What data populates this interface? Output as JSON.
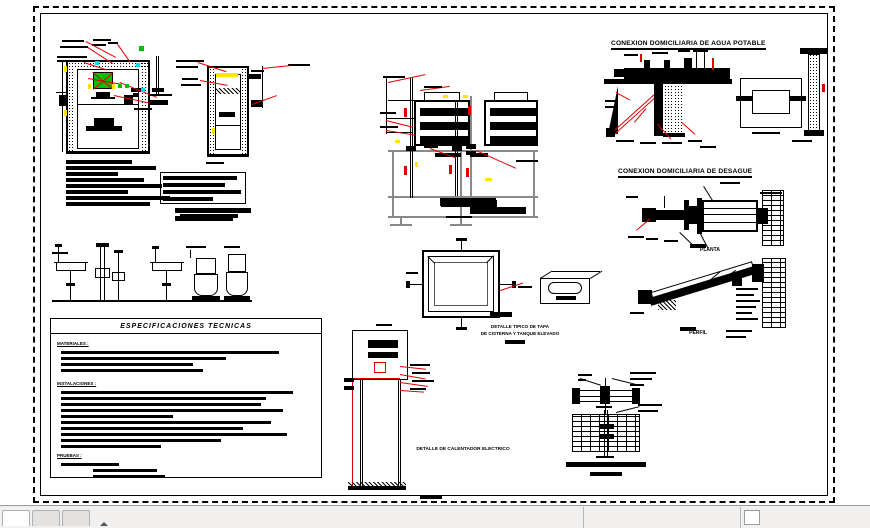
{
  "document": {
    "type": "cad-drawing",
    "discipline": "instalaciones sanitarias",
    "language": "es"
  },
  "titles": {
    "agua_potable": "CONEXION DOMICILIARIA DE AGUA POTABLE",
    "desague": "CONEXION DOMICILIARIA DE DESAGUE"
  },
  "captions": {
    "tapa_cisterna_l1": "DETALLE TIPICO DE TAPA",
    "tapa_cisterna_l2": "DE CISTERNA Y TANQUE ELEVADO",
    "calentador": "DETALLE DE CALENTADOR ELECTRICO",
    "planta": "PLANTA",
    "perfil": "PERFIL"
  },
  "spec_table": {
    "title": "ESPECIFICACIONES    TECNICAS",
    "sections": [
      {
        "heading": "MATERIALES :",
        "line_widths": [
          218,
          165,
          132,
          142
        ]
      },
      {
        "heading": "INSTALACIONES :",
        "line_widths": [
          232,
          205,
          200,
          222,
          112,
          182,
          210,
          160,
          100
        ]
      },
      {
        "heading": "PRUEBAS :",
        "line_widths": [
          58,
          64,
          72
        ]
      }
    ]
  },
  "statusbar": {
    "tabs": [
      "",
      "",
      ""
    ],
    "tab_active_index": 0
  },
  "colors": {
    "line": "#000000",
    "annotation_red": "#e00000",
    "marker_yellow": "#ffe400",
    "marker_cyan": "#00e0f0",
    "marker_green": "#00c000",
    "paper": "#ffffff",
    "chrome": "#f1f0ee"
  }
}
